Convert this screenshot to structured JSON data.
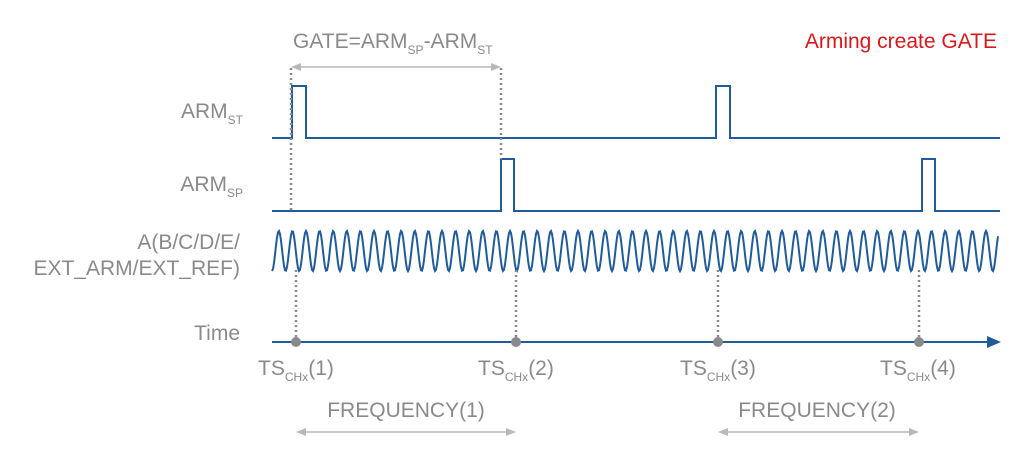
{
  "title": "Arming create GATE",
  "gate": {
    "main": "GATE=ARM",
    "sub1": "SP",
    "mid": "-ARM",
    "sub2": "ST"
  },
  "signals": {
    "arm_st": {
      "main": "ARM",
      "sub": "ST"
    },
    "arm_sp": {
      "main": "ARM",
      "sub": "SP"
    },
    "input_line1": "A(B/C/D/E/",
    "input_line2": "EXT_ARM/EXT_REF)",
    "time": "Time"
  },
  "timestamps": [
    {
      "main": "TS",
      "sub": "CHx",
      "idx": "(1)"
    },
    {
      "main": "TS",
      "sub": "CHx",
      "idx": "(2)"
    },
    {
      "main": "TS",
      "sub": "CHx",
      "idx": "(3)"
    },
    {
      "main": "TS",
      "sub": "CHx",
      "idx": "(4)"
    }
  ],
  "frequency": [
    "FREQUENCY(1)",
    "FREQUENCY(2)"
  ],
  "colors": {
    "signal": "#1f5c99",
    "label": "#8a8a8a",
    "title": "#d7191c",
    "dimension": "#b8b8b8"
  }
}
